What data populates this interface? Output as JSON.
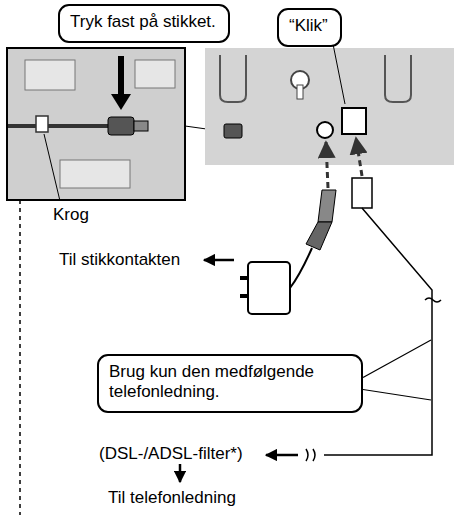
{
  "diagram": {
    "nodes": [
      {
        "text": [
          "Tryk fast på stikket."
        ]
      },
      {
        "text": [
          "“Klik”"
        ]
      },
      {
        "text": [
          "Brug kun den medfølgende telefonledning."
        ]
      }
    ],
    "labels": [
      "Krog",
      "Til stikkontakten",
      "(DSL-/ADSL-filter*)",
      "Til telefonledning"
    ]
  }
}
